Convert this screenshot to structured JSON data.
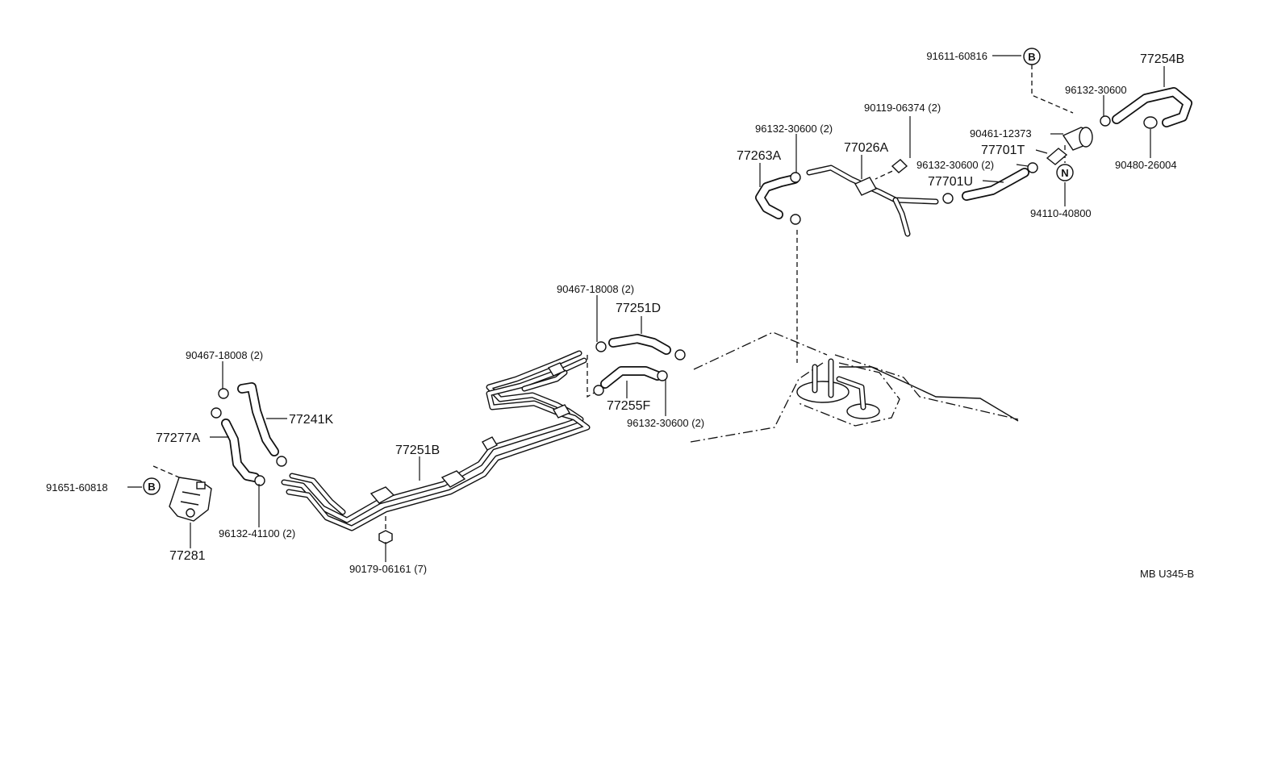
{
  "parts": {
    "p91611_60816": "91611-60816",
    "p77254B": "77254B",
    "p96132_30600_top": "96132-30600",
    "p90119_06374": "90119-06374 (2)",
    "p96132_30600_2a": "96132-30600 (2)",
    "p90461_12373": "90461-12373",
    "p77263A": "77263A",
    "p77026A": "77026A",
    "p77701T": "77701T",
    "p90480_26004": "90480-26004",
    "p96132_30600_2b": "96132-30600 (2)",
    "p77701U": "77701U",
    "p94110_40800": "94110-40800",
    "p90467_18008_2a": "90467-18008 (2)",
    "p77251D": "77251D",
    "p90467_18008_2b": "90467-18008 (2)",
    "p77241K": "77241K",
    "p77255F": "77255F",
    "p96132_30600_2c": "96132-30600 (2)",
    "p77277A": "77277A",
    "p77251B": "77251B",
    "p91651_60818": "91651-60818",
    "p96132_41100": "96132-41100 (2)",
    "p77281": "77281",
    "p90179_06161": "90179-06161 (7)"
  },
  "markers": {
    "b_top": "B",
    "b_left": "B",
    "n_marker": "N"
  },
  "figure_code": "MB U345-B"
}
